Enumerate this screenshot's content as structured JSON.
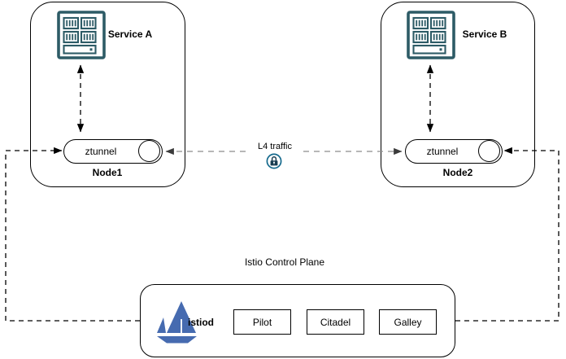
{
  "nodes": [
    {
      "name": "Node1",
      "service": "Service A",
      "tunnel": "ztunnel"
    },
    {
      "name": "Node2",
      "service": "Service B",
      "tunnel": "ztunnel"
    }
  ],
  "traffic": {
    "label": "L4 traffic",
    "icon": "lock-icon"
  },
  "control_plane": {
    "caption": "Istio Control Plane",
    "daemon": "istiod",
    "logo": "istio-sailboat-logo",
    "components": [
      {
        "label": "Pilot"
      },
      {
        "label": "Citadel"
      },
      {
        "label": "Galley"
      }
    ]
  },
  "icons": {
    "service": "server-rack-icon",
    "secure_traffic": "lock-icon",
    "istio": "istio-sailboat-logo"
  },
  "colors": {
    "server_icon_teal": "#2d5b66",
    "lock_ring_teal": "#14698c",
    "lock_body_dark": "#173c50",
    "istio_blue": "#466bb0",
    "l4_line_gray": "#8c8c8c",
    "line_black": "#000000",
    "background": "#ffffff"
  }
}
